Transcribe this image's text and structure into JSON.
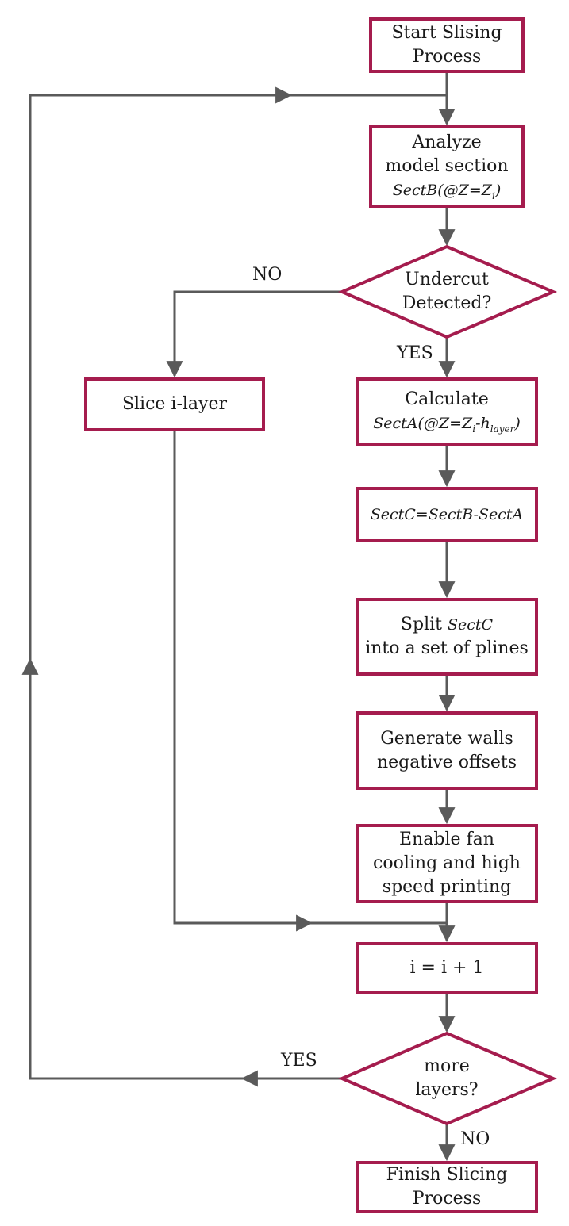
{
  "nodes": {
    "start": {
      "line1": "Start Slising",
      "line2": "Process"
    },
    "analyze": {
      "line1": "Analyze",
      "line2": "model section",
      "formula_main": "SectB(@Z=Z",
      "formula_sub": "i",
      "formula_end": ")"
    },
    "undercut": {
      "line1": "Undercut",
      "line2": "Detected?"
    },
    "slice": {
      "label": "Slice i-layer"
    },
    "calculate": {
      "line1": "Calculate",
      "formula_main": "SectA(@Z=Z",
      "formula_sub1": "i",
      "formula_mid": "-h",
      "formula_sub2": "layer",
      "formula_end": ")"
    },
    "sectc": {
      "formula": "SectC=SectB-SectA"
    },
    "split": {
      "line1_plain": "Split ",
      "line1_em": "SectC",
      "line2": "into a set of plines"
    },
    "generate": {
      "line1": "Generate walls",
      "line2": "negative offsets"
    },
    "enable": {
      "line1": "Enable fan",
      "line2": "cooling and high",
      "line3": "speed printing"
    },
    "increment": {
      "label": "i = i + 1"
    },
    "more": {
      "line1": "more",
      "line2": "layers?"
    },
    "finish": {
      "line1": "Finish Slicing",
      "line2": "Process"
    }
  },
  "edge_labels": {
    "undercut_no": "NO",
    "undercut_yes": "YES",
    "more_yes": "YES",
    "more_no": "NO"
  },
  "colors": {
    "node_border": "#a51c4e",
    "connector": "#5a5a5a"
  }
}
